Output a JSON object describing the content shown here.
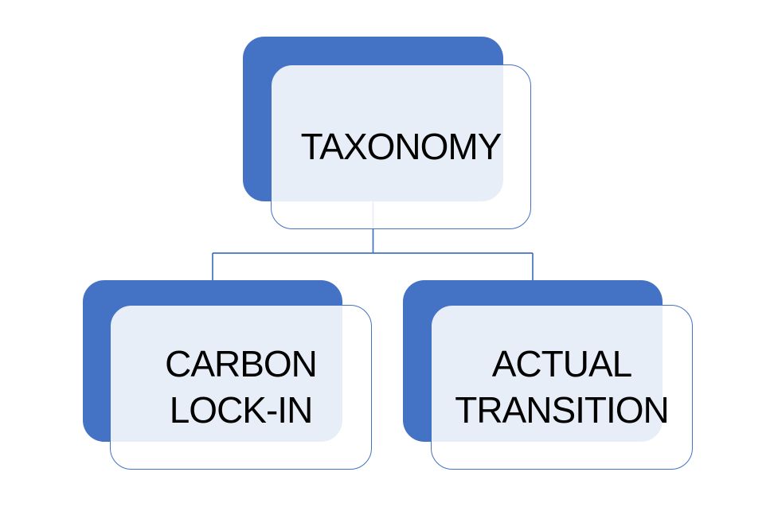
{
  "colors": {
    "accent_blue": "#4472C4",
    "card_overlay": "rgba(255,255,255,0.88)",
    "text_color": "#000000",
    "background": "#FFFFFF"
  },
  "diagram": {
    "type": "hierarchy",
    "root": {
      "id": "taxonomy",
      "label": "TAXONOMY"
    },
    "children": [
      {
        "id": "carbon-lock-in",
        "label": "CARBON LOCK-IN"
      },
      {
        "id": "actual-transition",
        "label": "ACTUAL TRANSITION"
      }
    ]
  }
}
